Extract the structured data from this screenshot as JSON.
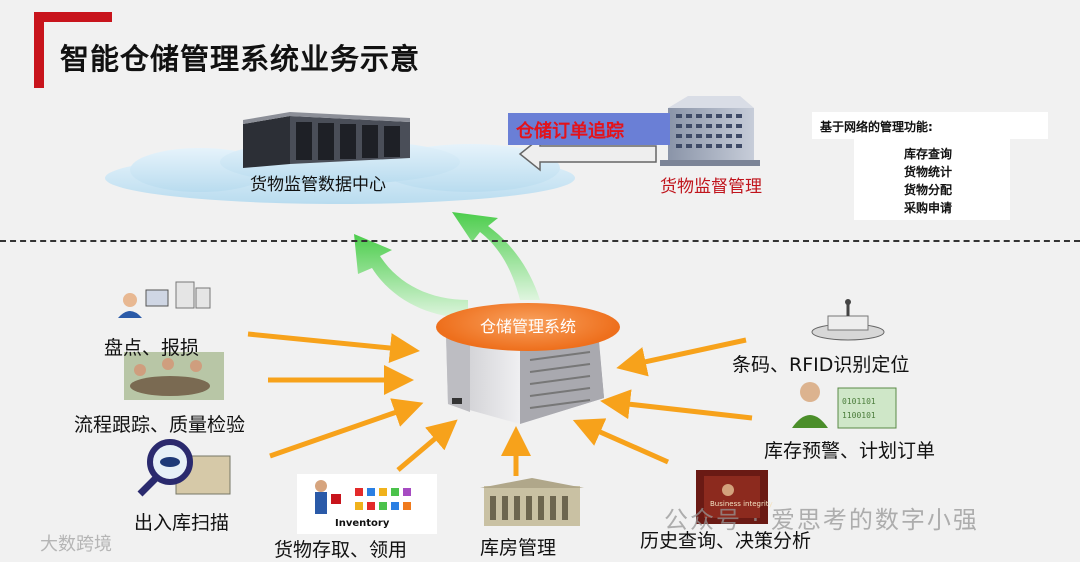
{
  "title": "智能仓储管理系统业务示意",
  "data_center": {
    "label": "货物监管数据中心"
  },
  "order_tracking": {
    "label": "仓储订单追踪"
  },
  "supervision": {
    "label": "货物监督管理"
  },
  "network_functions": {
    "title": "基于网络的管理功能:",
    "items": [
      "库存查询",
      "货物统计",
      "货物分配",
      "采购申请"
    ]
  },
  "core_system": {
    "label": "仓储管理系统"
  },
  "modules_left": [
    {
      "label": "盘点、报损"
    },
    {
      "label": "流程跟踪、质量检验"
    },
    {
      "label": "出入库扫描"
    }
  ],
  "modules_bottom": [
    {
      "label": "货物存取、领用",
      "image_text": "Inventory"
    },
    {
      "label": "库房管理"
    },
    {
      "label": "历史查询、决策分析",
      "image_text": "Business integrity"
    }
  ],
  "modules_right": [
    {
      "label": "条码、RFID识别定位"
    },
    {
      "label": "库存预警、计划订单"
    }
  ],
  "watermarks": {
    "wechat": "公众号 · 爱思考的数字小强",
    "brand": "大数跨境"
  },
  "colors": {
    "accent_red": "#c8141c",
    "arrow_orange": "#f7a21b",
    "arrow_green": "#5fd45f",
    "oval_orange": "#ee6f1c"
  }
}
